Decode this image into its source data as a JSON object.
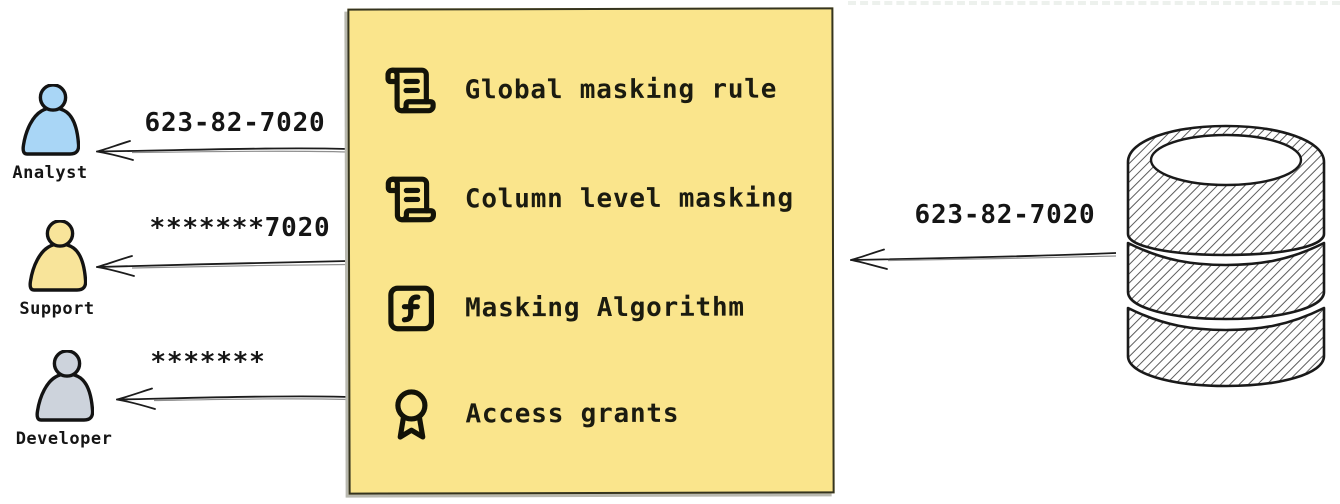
{
  "users": [
    {
      "role": "Analyst",
      "received_value": "623-82-7020",
      "color": "#a9d6f6"
    },
    {
      "role": "Support",
      "received_value": "*******7020",
      "color": "#f8e49a"
    },
    {
      "role": "Developer",
      "received_value": "*******",
      "color": "#cdd3dc"
    }
  ],
  "masking_panel": {
    "bg_color": "#fae58c",
    "items": [
      {
        "icon": "scroll-icon",
        "label": "Global masking rule"
      },
      {
        "icon": "scroll-icon",
        "label": "Column level masking"
      },
      {
        "icon": "function-icon",
        "label": "Masking Algorithm"
      },
      {
        "icon": "award-icon",
        "label": "Access grants"
      }
    ]
  },
  "database": {
    "icon": "database-icon",
    "source_value": "623-82-7020"
  }
}
